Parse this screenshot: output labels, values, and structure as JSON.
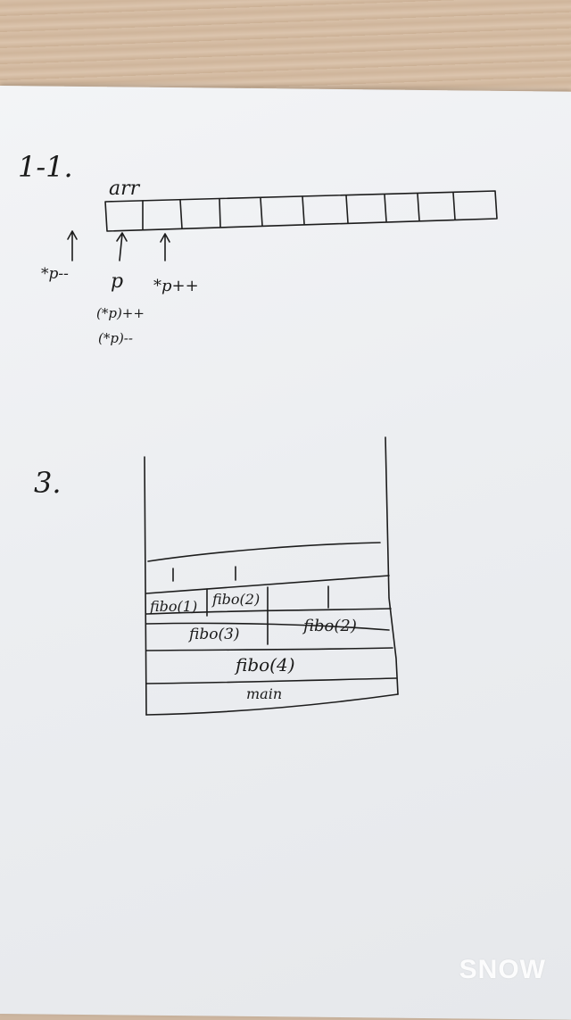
{
  "section1": {
    "number": "1-1.",
    "array_label": "arr",
    "pointer_left_label": "*p--",
    "pointer_center_label": "p",
    "pointer_right_label": "*p++",
    "pointer_center_note1": "(*p)++",
    "pointer_center_note2": "(*p)--"
  },
  "section3": {
    "number": "3.",
    "frames": {
      "fibo1": "fibo(1)",
      "fibo2_top": "fibo(2)",
      "fibo3": "fibo(3)",
      "fibo2_right": "fibo(2)",
      "fibo4": "fibo(4)",
      "main": "main"
    }
  },
  "watermark": "SNOW"
}
